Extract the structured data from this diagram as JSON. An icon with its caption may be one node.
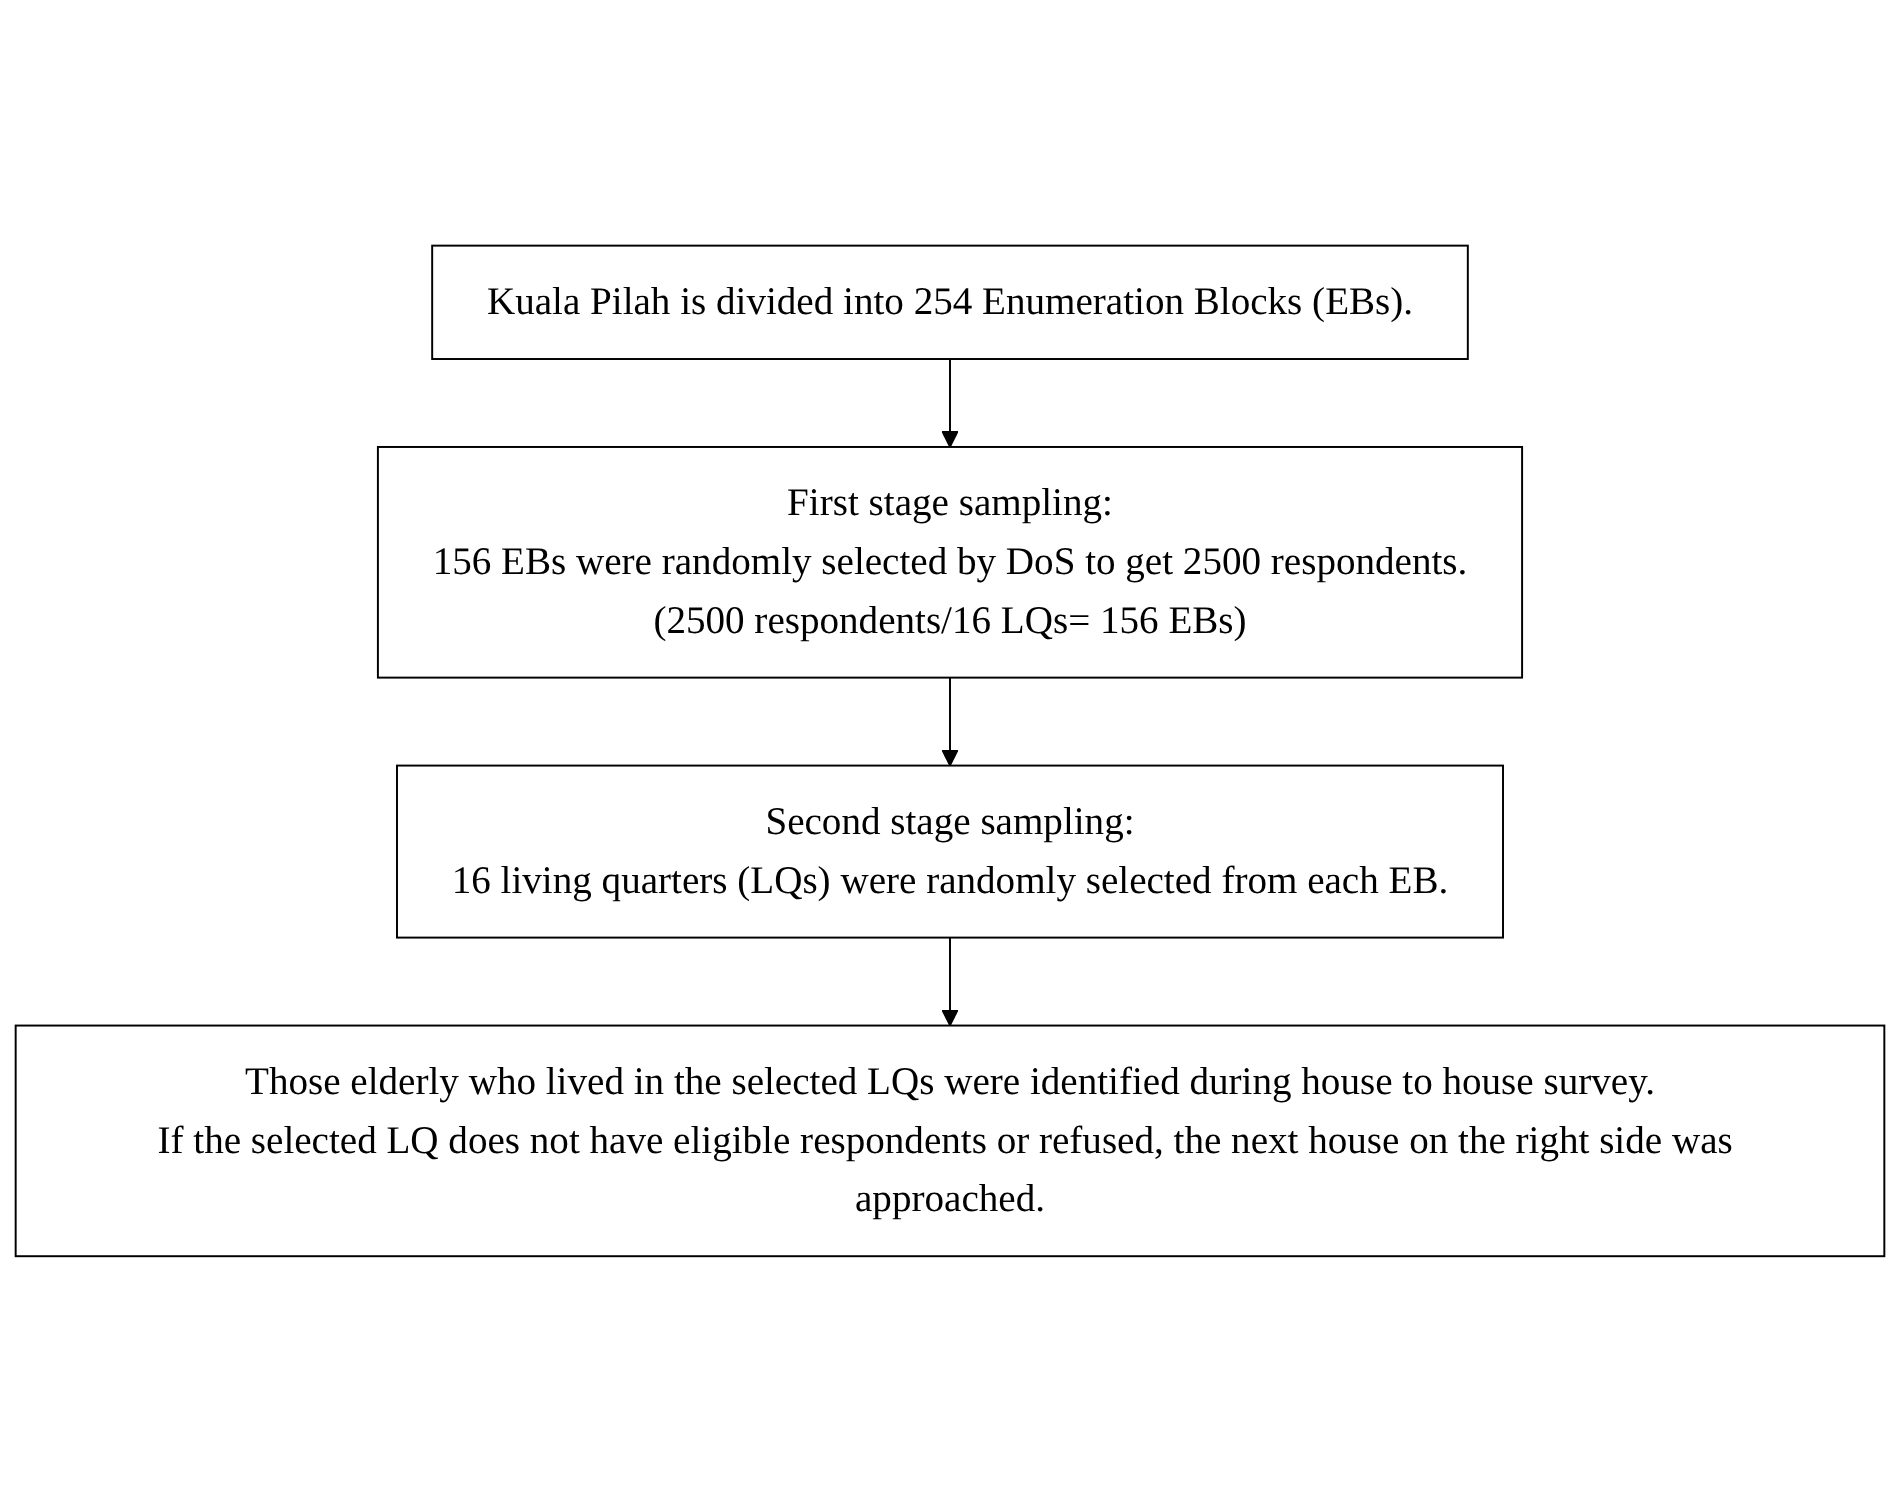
{
  "diagram": {
    "nodes": [
      {
        "text": [
          "Kuala Pilah is divided into 254 Enumeration Blocks (EBs)."
        ]
      },
      {
        "text": [
          "First stage sampling:",
          "156 EBs were randomly selected by DoS to get 2500 respondents.",
          "(2500 respondents/16 LQs= 156 EBs)"
        ]
      },
      {
        "text": [
          "Second stage sampling:",
          "16 living quarters (LQs) were randomly selected from each EB."
        ]
      },
      {
        "text": [
          "Those elderly who lived in the selected LQs were identified during house to house survey.",
          "If the selected LQ does not have eligible respondents or refused, the next house on the right side was approached."
        ]
      }
    ],
    "edges": [
      {
        "from": 0,
        "to": 1,
        "arrow": "to"
      },
      {
        "from": 1,
        "to": 2,
        "arrow": "to"
      },
      {
        "from": 2,
        "to": 3,
        "arrow": "to"
      }
    ]
  }
}
